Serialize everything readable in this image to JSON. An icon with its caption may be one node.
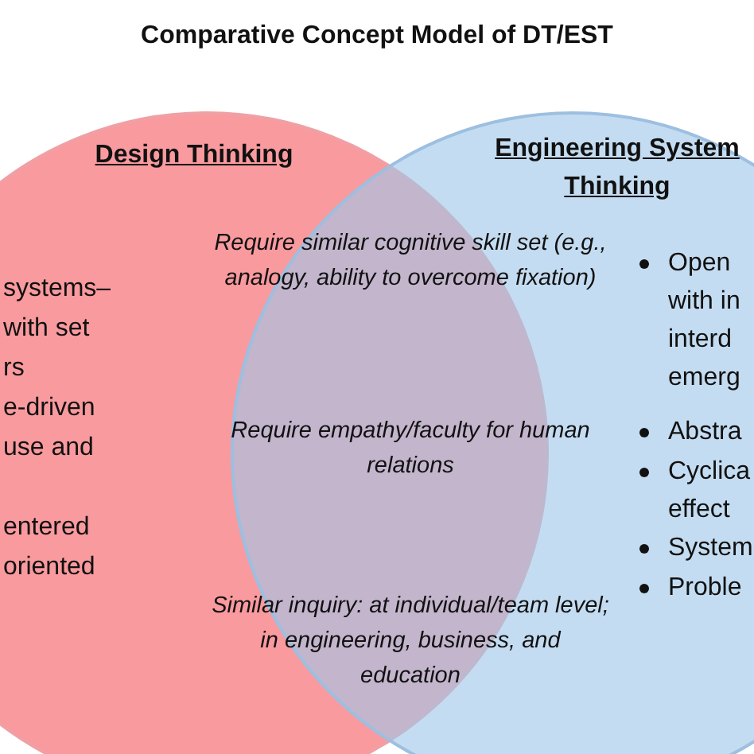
{
  "diagram": {
    "title": "Comparative Concept Model of DT/EST",
    "nodes": [
      {
        "text": [
          "Design Thinking",
          "systems–",
          "with set",
          "rs",
          "e-driven",
          "use and",
          "entered",
          "oriented"
        ]
      },
      {
        "text": [
          "Engineering System Thinking",
          "Open with in interd emerg",
          "Abstra",
          "Cyclica effect",
          "System",
          "Proble"
        ]
      }
    ],
    "labels": [
      "Require similar cognitive skill set (e.g., analogy, ability to overcome fixation)",
      "Require empathy/faculty for human relations",
      "Similar inquiry: at individual/team level; in engineering, business, and education"
    ]
  }
}
